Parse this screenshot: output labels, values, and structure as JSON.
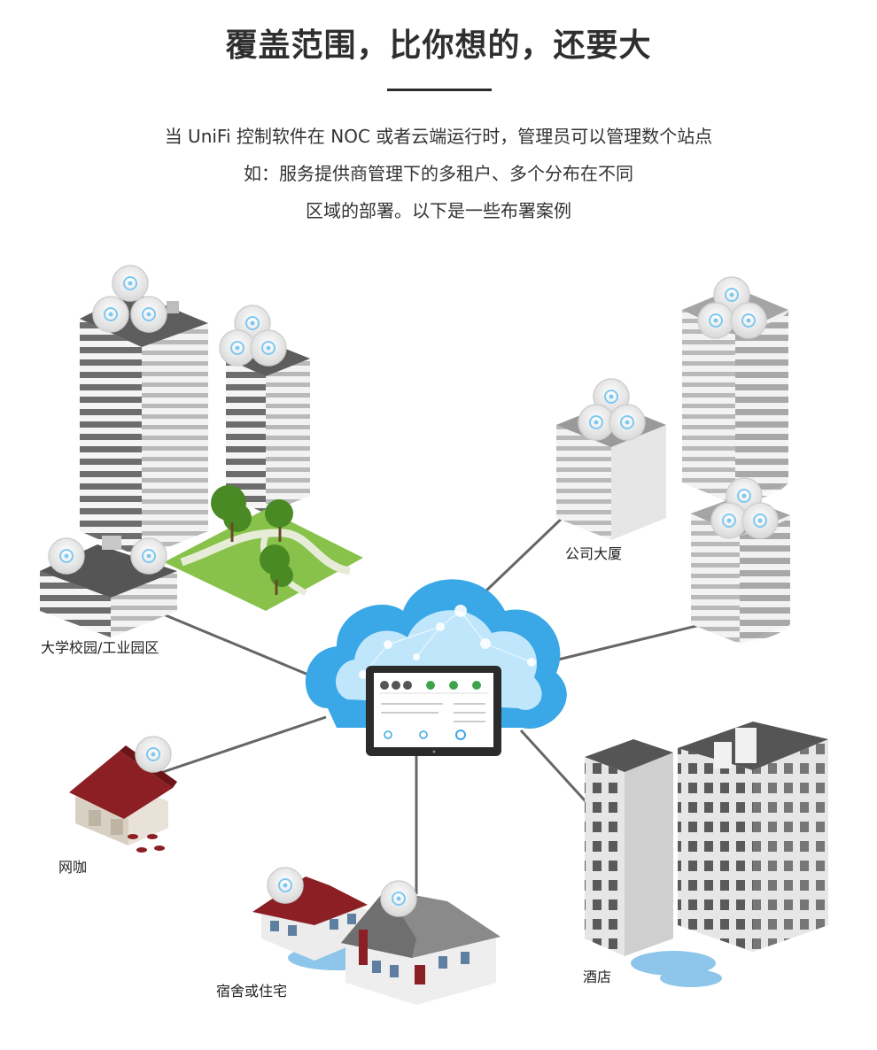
{
  "header": {
    "title": "覆盖范围，比你想的，还要大",
    "intro_lines": [
      "当 UniFi 控制软件在 NOC 或者云端运行时，管理员可以管理数个站点",
      "如：服务提供商管理下的多租户、多个分布在不同",
      "区域的部署。以下是一些布署案例"
    ]
  },
  "sites": {
    "campus": "大学校园/工业园区",
    "office": "公司大厦",
    "cafe": "网咖",
    "residence": "宿舍或住宅",
    "hotel": "酒店"
  },
  "colors": {
    "cloud": "#3aa7e6",
    "cloud_light": "#bfe6fb",
    "building_gray": "#8d8d8d",
    "roof_red": "#8b1f24",
    "grass": "#7cbf3a",
    "line": "#666666"
  }
}
